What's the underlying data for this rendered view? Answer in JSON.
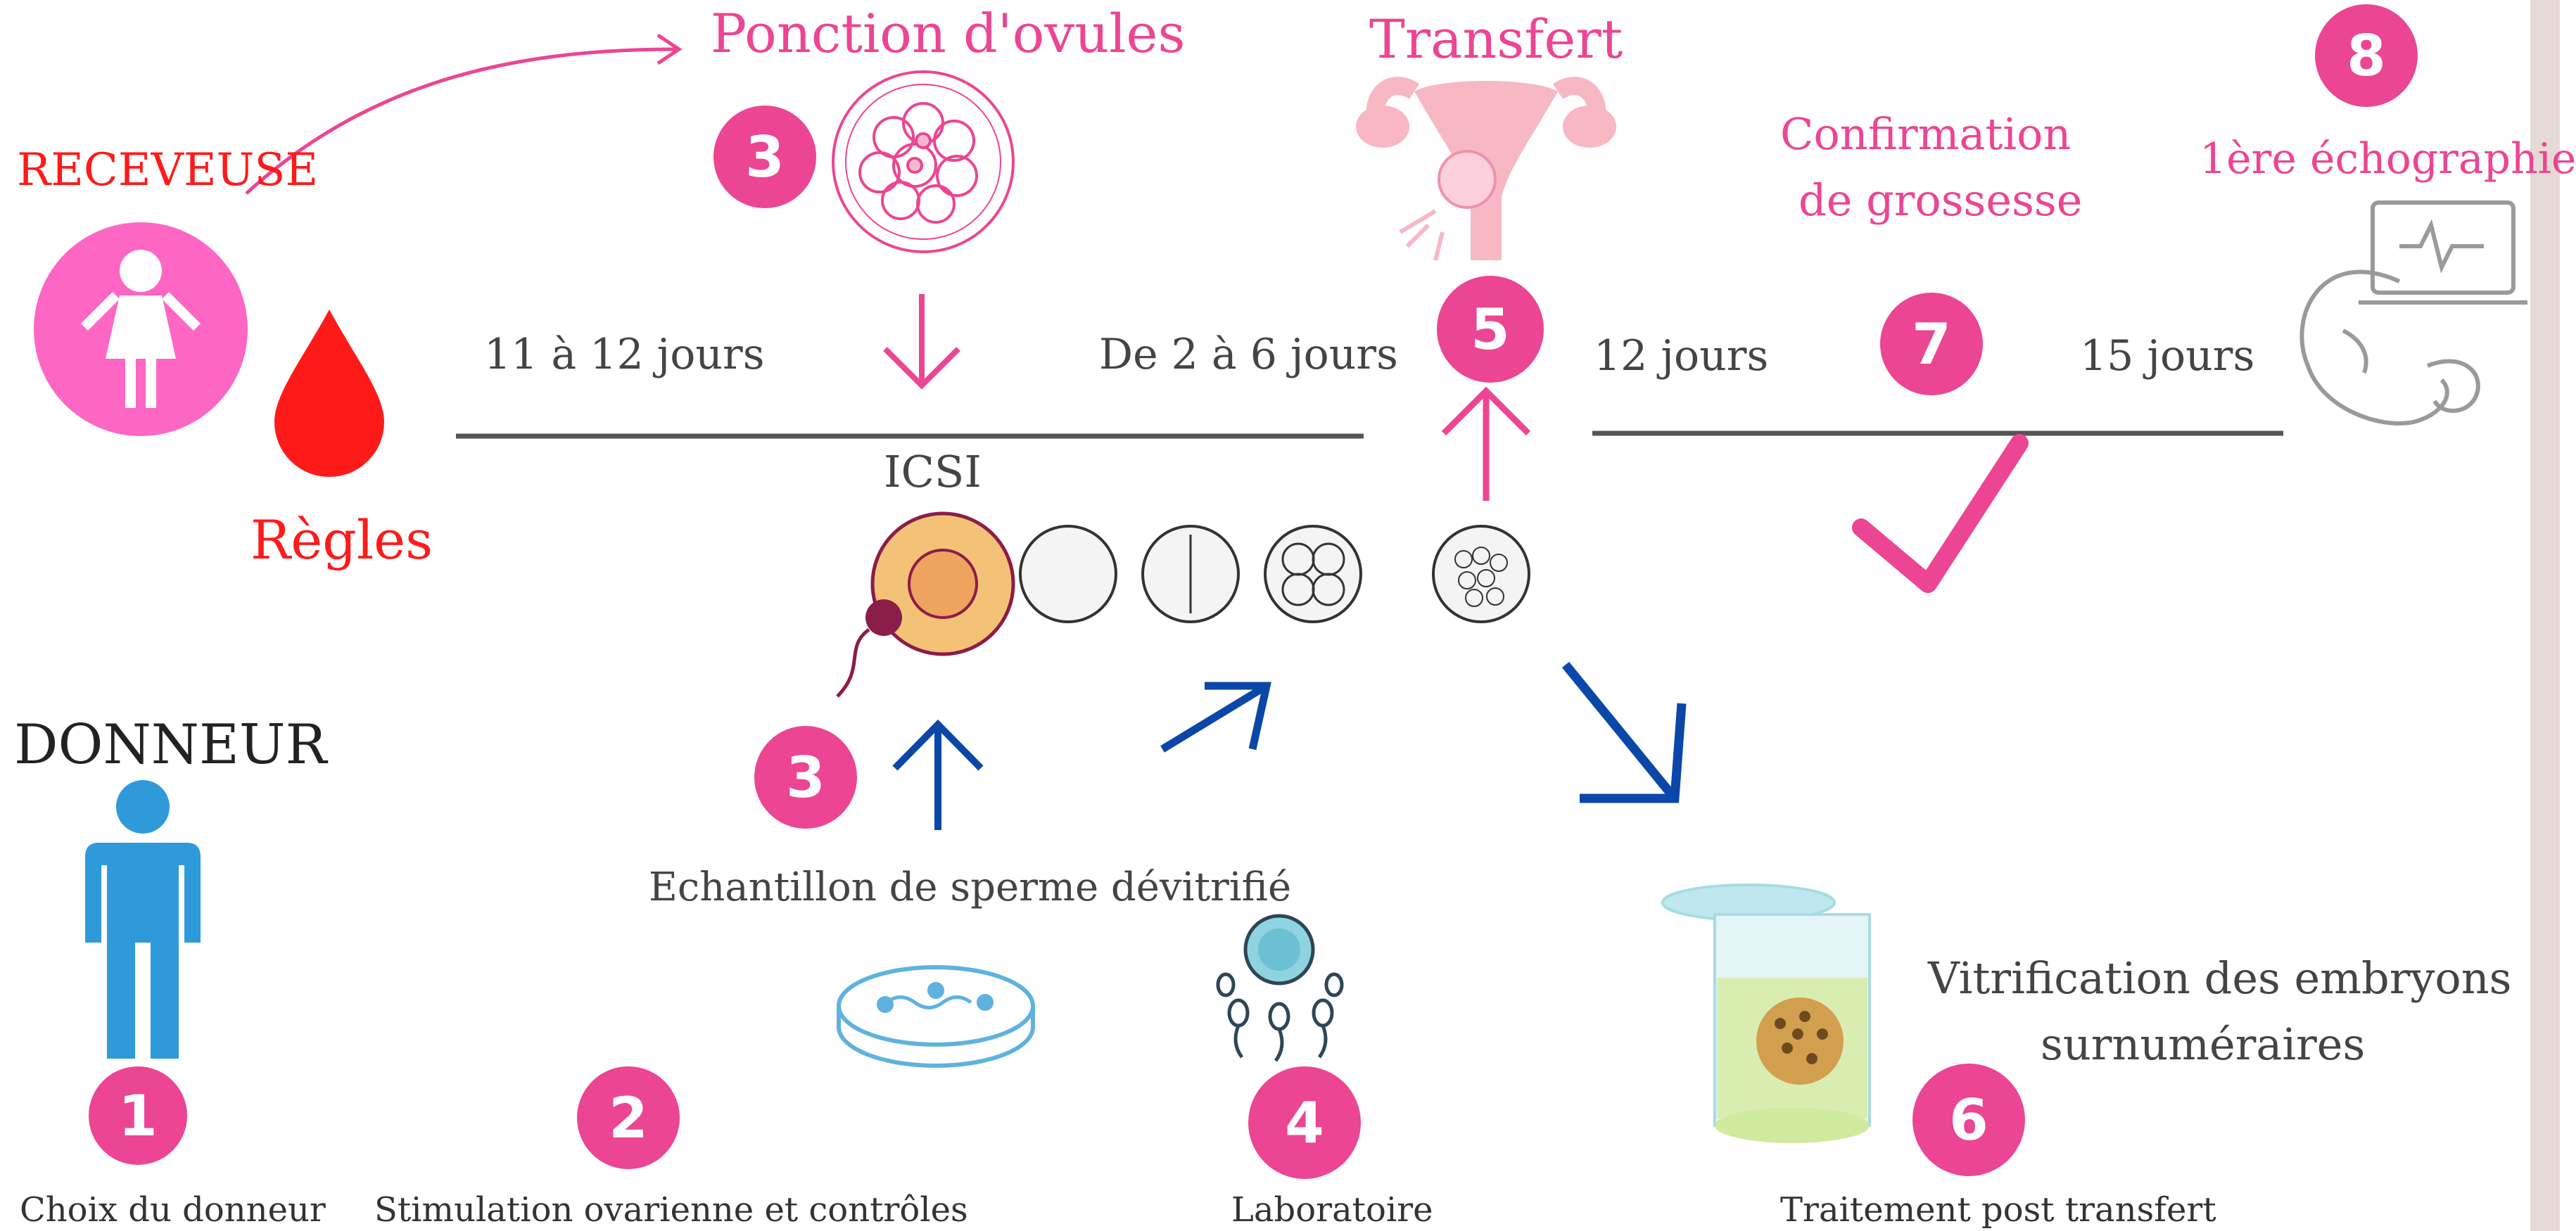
{
  "title_ponction": "Ponction d'ovules",
  "title_transfert": "Transfert",
  "confirmation_line1": "Confirmation",
  "confirmation_line2": "de grossesse",
  "echographie": "1ère échographie",
  "receveuse": "RECEVEUSE",
  "regles": "Règles",
  "donneur": "DONNEUR",
  "icsi": "ICSI",
  "duration_1": "11 à 12 jours",
  "duration_2": "De 2 à 6 jours",
  "duration_3": "12 jours",
  "duration_4": "15 jours",
  "sperme": "Echantillon de sperme dévitrifié",
  "vitrification_line1": "Vitrification des embryons",
  "vitrification_line2": "surnuméraires",
  "steps": {
    "s1": {
      "number": "1",
      "label": "Choix du donneur"
    },
    "s2": {
      "number": "2",
      "label": "Stimulation ovarienne et contrôles"
    },
    "s3a": {
      "number": "3"
    },
    "s3b": {
      "number": "3"
    },
    "s4": {
      "number": "4",
      "label": "Laboratoire"
    },
    "s5": {
      "number": "5"
    },
    "s6": {
      "number": "6",
      "label": "Traitement post transfert"
    },
    "s7": {
      "number": "7"
    },
    "s8": {
      "number": "8"
    }
  },
  "colors": {
    "pink": "#ec4593",
    "light_pink": "#f5a9c4",
    "red": "#ff1a1a",
    "blue": "#0b47a8",
    "donor_blue": "#2f9ad9",
    "gray_line": "#555555"
  },
  "icons": [
    "woman-icon",
    "blood-drop-icon",
    "egg-cells-icon",
    "uterus-icon",
    "man-icon",
    "sperm-dish-icon",
    "egg-sperm-icon",
    "embryo-jar-icon",
    "fetus-monitor-icon",
    "checkmark-icon"
  ]
}
